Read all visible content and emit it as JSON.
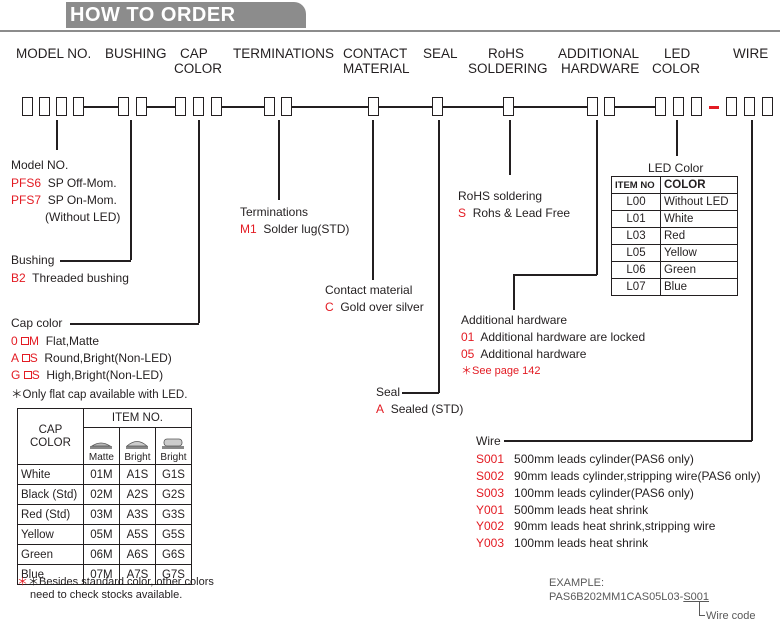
{
  "header": {
    "title": "HOW TO ORDER"
  },
  "columns": [
    {
      "id": "model",
      "text": "MODEL NO."
    },
    {
      "id": "bushing",
      "text": "BUSHING"
    },
    {
      "id": "cap1",
      "text": "CAP"
    },
    {
      "id": "cap2",
      "text": "COLOR"
    },
    {
      "id": "term",
      "text": "TERMINATIONS"
    },
    {
      "id": "contact1",
      "text": "CONTACT"
    },
    {
      "id": "contact2",
      "text": "MATERIAL"
    },
    {
      "id": "seal",
      "text": "SEAL"
    },
    {
      "id": "rohs1",
      "text": "RoHS"
    },
    {
      "id": "rohs2",
      "text": "SOLDERING"
    },
    {
      "id": "add1",
      "text": "ADDITIONAL"
    },
    {
      "id": "add2",
      "text": "HARDWARE"
    },
    {
      "id": "led1",
      "text": "LED"
    },
    {
      "id": "led2",
      "text": "COLOR"
    },
    {
      "id": "wire",
      "text": "WIRE"
    }
  ],
  "model": {
    "heading": "Model NO.",
    "items": [
      {
        "code": "PFS6",
        "text": "SP Off-Mom."
      },
      {
        "code": "PFS7",
        "text": "SP On-Mom."
      }
    ],
    "note": "(Without LED)"
  },
  "bushing": {
    "heading": "Bushing",
    "code": "B2",
    "text": "Threaded bushing"
  },
  "cap_color": {
    "heading": "Cap color",
    "items": [
      {
        "prefix": "0",
        "suffix": "M",
        "text": "Flat,Matte"
      },
      {
        "prefix": "A",
        "suffix": "S",
        "text": "Round,Bright(Non-LED)"
      },
      {
        "prefix": "G",
        "suffix": "S",
        "text": "High,Bright(Non-LED)"
      }
    ],
    "note": "＊Only flat cap available with LED.",
    "table": {
      "col1_header_1": "CAP",
      "col1_header_2": "COLOR",
      "item_header": "ITEM NO.",
      "sub_headers": [
        "Matte",
        "Bright",
        "Bright"
      ],
      "rows": [
        {
          "color": "White",
          "m": "01M",
          "a": "A1S",
          "g": "G1S"
        },
        {
          "color": "Black (Std)",
          "m": "02M",
          "a": "A2S",
          "g": "G2S"
        },
        {
          "color": "Red (Std)",
          "m": "03M",
          "a": "A3S",
          "g": "G3S"
        },
        {
          "color": "Yellow",
          "m": "05M",
          "a": "A5S",
          "g": "G5S"
        },
        {
          "color": "Green",
          "m": "06M",
          "a": "A6S",
          "g": "G6S"
        },
        {
          "color": "Blue",
          "m": "07M",
          "a": "A7S",
          "g": "G7S"
        }
      ]
    },
    "footnote_1": "＊Besides standard color, other colors",
    "footnote_2": "need to check stocks available."
  },
  "terminations": {
    "heading": "Terminations",
    "code": "M1",
    "text": "Solder lug(STD)"
  },
  "contact": {
    "heading": "Contact material",
    "code": "C",
    "text": "Gold over silver"
  },
  "seal": {
    "heading": "Seal",
    "code": "A",
    "text": "Sealed (STD)"
  },
  "rohs": {
    "heading": "RoHS soldering",
    "code": "S",
    "text": "Rohs & Lead Free"
  },
  "additional": {
    "heading": "Additional hardware",
    "items": [
      {
        "code": "01",
        "text": "Additional hardware are locked"
      },
      {
        "code": "05",
        "text": "Additional hardware"
      }
    ],
    "note": "＊See page 142"
  },
  "led_color": {
    "title": "LED Color",
    "header_item": "ITEM NO",
    "header_color": "COLOR",
    "rows": [
      {
        "code": "L00",
        "color": "Without LED"
      },
      {
        "code": "L01",
        "color": "White"
      },
      {
        "code": "L03",
        "color": "Red"
      },
      {
        "code": "L05",
        "color": "Yellow"
      },
      {
        "code": "L06",
        "color": "Green"
      },
      {
        "code": "L07",
        "color": "Blue"
      }
    ]
  },
  "wire": {
    "heading": "Wire",
    "items": [
      {
        "code": "S001",
        "text": "500mm leads cylinder(PAS6 only)"
      },
      {
        "code": "S002",
        "text": "90mm leads cylinder,stripping wire(PAS6 only)"
      },
      {
        "code": "S003",
        "text": "100mm leads cylinder(PAS6 only)"
      },
      {
        "code": "Y001",
        "text": "500mm leads heat shrink"
      },
      {
        "code": "Y002",
        "text": "90mm leads heat shrink,stripping wire"
      },
      {
        "code": "Y003",
        "text": "100mm leads heat shrink"
      }
    ]
  },
  "example": {
    "label": "EXAMPLE:",
    "code_prefix": "PAS6B202MM1CAS05L03-",
    "code_suffix": "S001",
    "wire_code_label": "Wire code"
  },
  "colors": {
    "accent_red": "#e31b23",
    "header_gray": "#8c8c8c"
  }
}
